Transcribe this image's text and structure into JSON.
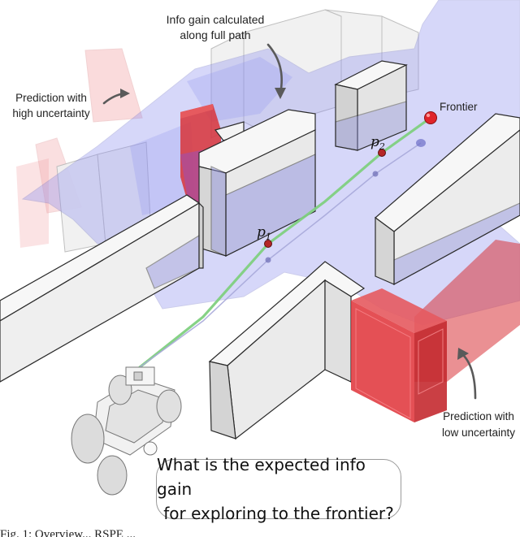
{
  "labels": {
    "info_gain": [
      "Info gain calculated",
      "along full path"
    ],
    "high_uncertainty": [
      "Prediction with",
      "high uncertainty"
    ],
    "low_uncertainty": [
      "Prediction with",
      "low uncertainty"
    ],
    "frontier": "Frontier",
    "p1_base": "p",
    "p1_sub": "1",
    "p2_base": "p",
    "p2_sub": "2"
  },
  "question": {
    "line1": "What is the expected info gain",
    "line2": "for exploring to the frontier?"
  },
  "caption_fragment": "Fig. 1: Overview... RSPE ...",
  "colors": {
    "uncertainty_low": "#d8343a",
    "uncertainty_high": "#f2a3a6",
    "visibility_region": "#8c8ef0",
    "path": "#7fd07f",
    "waypoint": "#b52626",
    "wall_face": "#f7f7f7",
    "wall_edge": "#2a2a2a"
  }
}
